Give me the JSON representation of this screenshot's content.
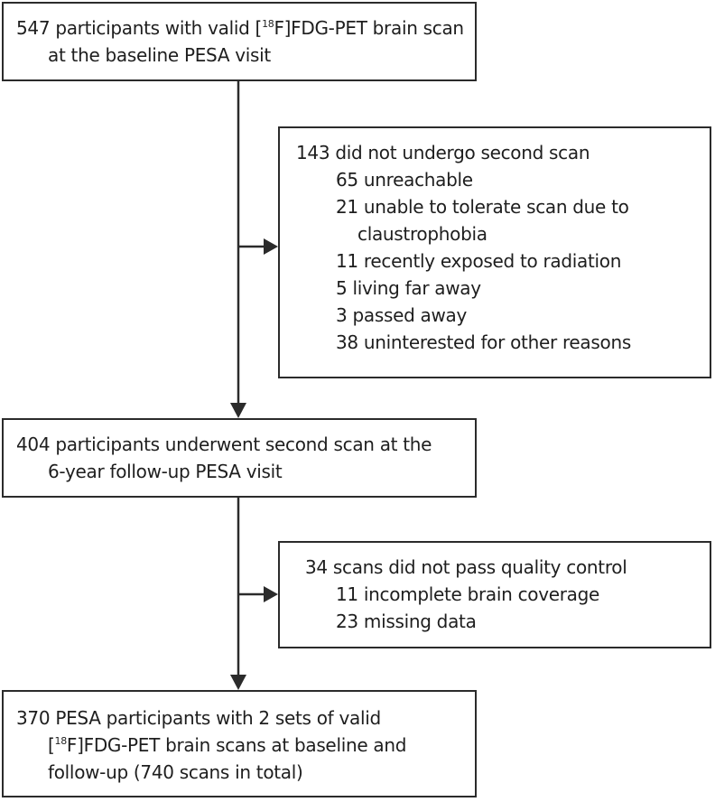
{
  "box1": {
    "line1_pre": "547 participants with valid [",
    "line1_sup": "18",
    "line1_post": "F]FDG-PET brain scan",
    "line2": "at the baseline PESA visit"
  },
  "box2": {
    "header": "143 did not undergo second scan",
    "items": [
      "65 unreachable",
      "21 unable to tolerate scan due to",
      "claustrophobia",
      "11 recently exposed to radiation",
      "5 living far away",
      "3 passed away",
      "38 uninterested for other reasons"
    ]
  },
  "box3": {
    "line1": "404 participants underwent second scan at the",
    "line2": "6-year follow-up PESA visit"
  },
  "box4": {
    "header": "34 scans did not pass quality control",
    "items": [
      "11 incomplete brain coverage",
      "23 missing data"
    ]
  },
  "box5": {
    "line1": "370 PESA participants with 2 sets of valid",
    "line2_pre": "[",
    "line2_sup": "18",
    "line2_post": "F]FDG-PET brain scans at baseline and",
    "line3": "follow-up (740 scans in total)"
  }
}
